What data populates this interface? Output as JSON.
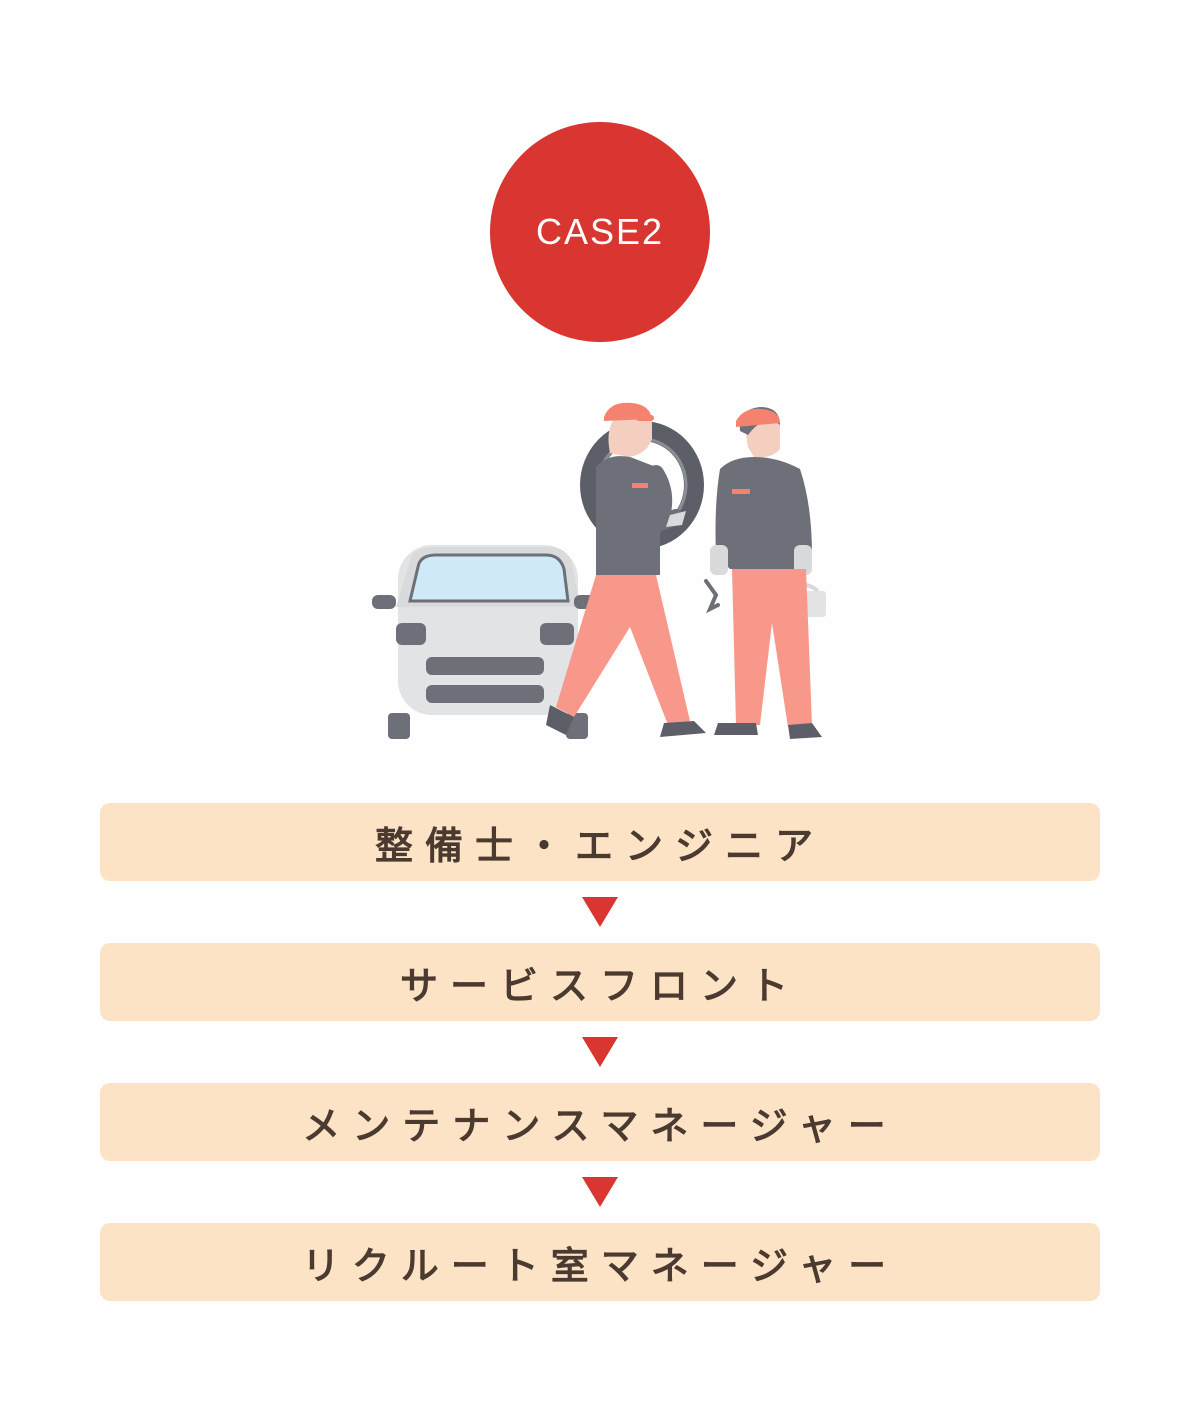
{
  "badge": {
    "label": "CASE2"
  },
  "career_path": {
    "steps": [
      "整備士・エンジニア",
      "サービスフロント",
      "メンテナンスマネージャー",
      "リクルート室マネージャー"
    ]
  },
  "illustration": {
    "icon": "mechanics-with-car-illustration"
  },
  "colors": {
    "badge": "#d93531",
    "step_background": "#fde3c5",
    "step_text": "#4a3a30",
    "arrow": "#d93531"
  }
}
